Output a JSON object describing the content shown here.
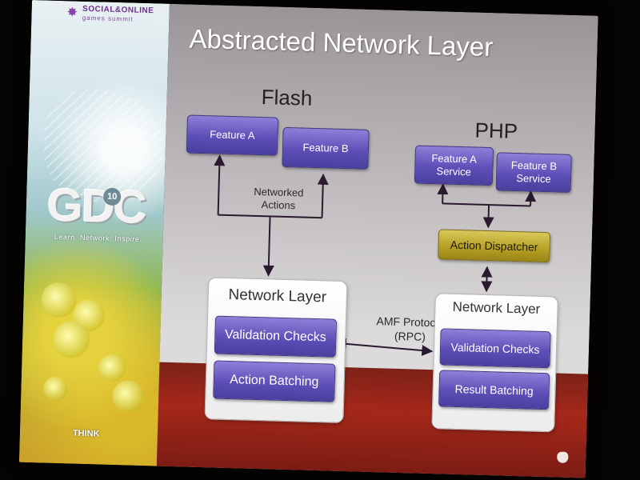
{
  "event_brand": {
    "line1": "SOCIAL&ONLINE",
    "line2": "games summit"
  },
  "gdc": {
    "logo": "GDC",
    "badge": "10",
    "tagline": "Learn. Network. Inspire."
  },
  "sponsor": {
    "logo": "THINK"
  },
  "slide": {
    "title": "Abstracted Network Layer",
    "flash_label": "Flash",
    "php_label": "PHP",
    "flash_nodes": [
      "Feature A",
      "Feature B"
    ],
    "networked_actions": "Networked Actions",
    "flash_layer": {
      "title": "Network Layer",
      "items": [
        "Validation Checks",
        "Action Batching"
      ]
    },
    "amf": "AMF Protocol (RPC)",
    "php_nodes": [
      "Feature A Service",
      "Feature B Service"
    ],
    "dispatcher": "Action Dispatcher",
    "php_layer": {
      "title": "Network Layer",
      "items": [
        "Validation Checks",
        "Result Batching"
      ]
    }
  },
  "colors": {
    "node_purple": "#5d4fb7",
    "dispatcher_gold": "#b59f23",
    "band_red": "#a5281a",
    "arrow": "#2a1a2e"
  }
}
